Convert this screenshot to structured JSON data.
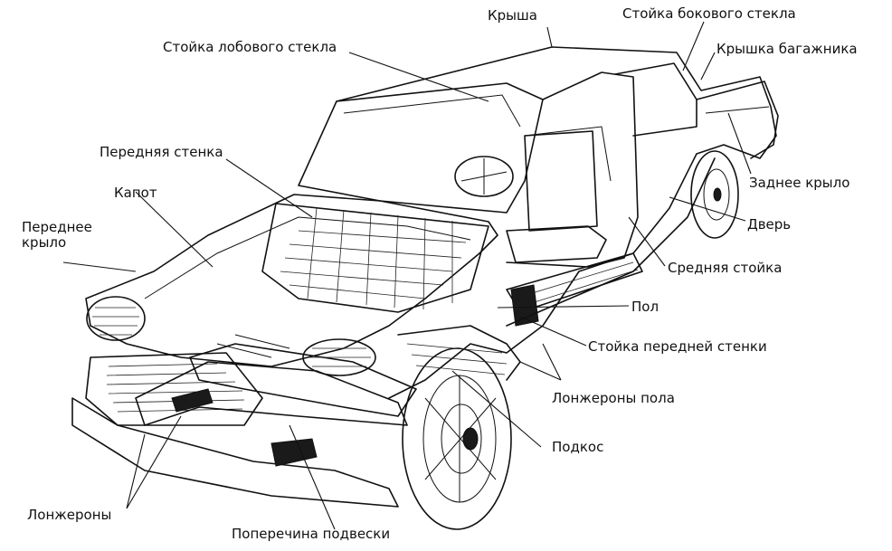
{
  "labels": {
    "roof": "Крыша",
    "side_window_pillar": "Стойка бокового стекла",
    "windshield_pillar": "Стойка лобового стекла",
    "trunk_lid": "Крышка багажника",
    "front_wall": "Передняя стенка",
    "rear_fender": "Заднее крыло",
    "hood": "Капот",
    "door": "Дверь",
    "front_fender": "Переднее крыло",
    "center_pillar": "Средняя стойка",
    "floor": "Пол",
    "front_wall_pillar": "Стойка передней стенки",
    "floor_side_members": "Лонжероны пола",
    "strut": "Подкос",
    "side_members": "Лонжероны",
    "suspension_crossmember": "Поперечина подвески"
  }
}
